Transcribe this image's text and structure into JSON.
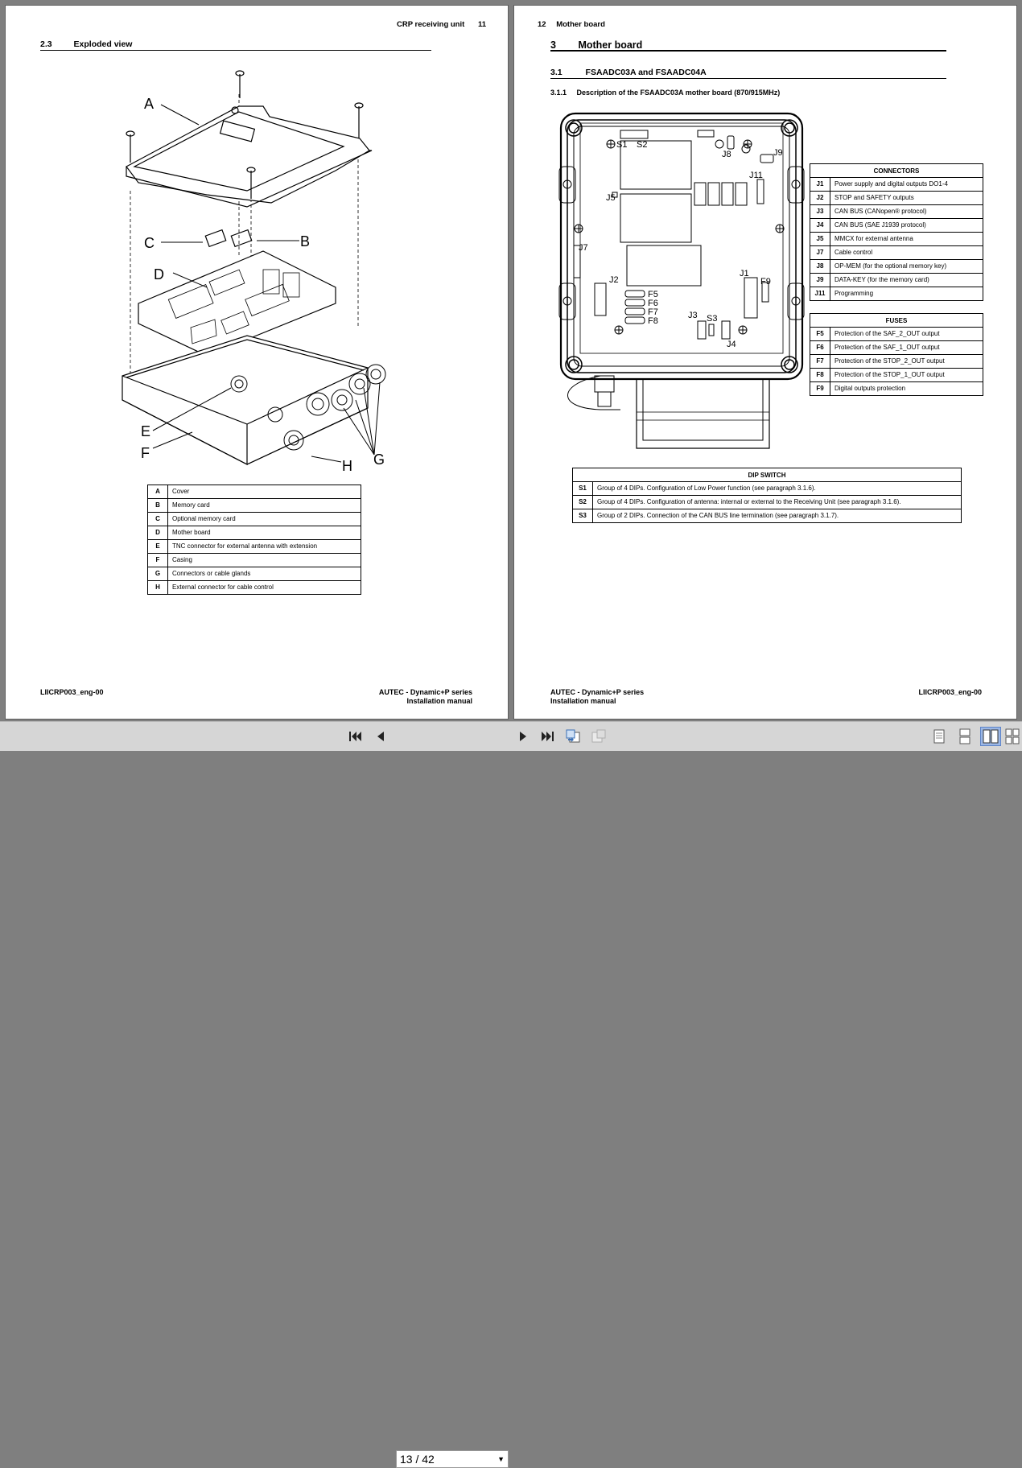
{
  "left_page": {
    "header": "CRP receiving unit",
    "page_number": "11",
    "section_number": "2.3",
    "section_title": "Exploded view",
    "labels": [
      "A",
      "B",
      "C",
      "D",
      "E",
      "F",
      "G",
      "H"
    ],
    "legend": [
      {
        "key": "A",
        "text": "Cover"
      },
      {
        "key": "B",
        "text": "Memory card"
      },
      {
        "key": "C",
        "text": "Optional memory card"
      },
      {
        "key": "D",
        "text": "Mother board"
      },
      {
        "key": "E",
        "text": "TNC connector for external antenna with extension"
      },
      {
        "key": "F",
        "text": "Casing"
      },
      {
        "key": "G",
        "text": "Connectors or cable glands"
      },
      {
        "key": "H",
        "text": "External connector for cable control"
      }
    ],
    "footer_left": "LIICRP003_eng-00",
    "footer_right_1": "AUTEC - Dynamic+P series",
    "footer_right_2": "Installation manual"
  },
  "right_page": {
    "page_number": "12",
    "header": "Mother board",
    "chapter_number": "3",
    "chapter_title": "Mother board",
    "section_number": "3.1",
    "section_title": "FSAADC03A and FSAADC04A",
    "subsection_number": "3.1.1",
    "subsection_title": "Description of the FSAADC03A mother board (870/915MHz)",
    "board_labels": {
      "s1": "S1",
      "s2": "S2",
      "j8": "J8",
      "j9": "J9",
      "j11": "J11",
      "j5": "J5",
      "j7": "J7",
      "j2": "J2",
      "j1": "J1",
      "f9": "F9",
      "f5": "F5",
      "f6": "F6",
      "f7": "F7",
      "f8": "F8",
      "j3": "J3",
      "s3": "S3",
      "j4": "J4"
    },
    "connectors_title": "CONNECTORS",
    "connectors": [
      {
        "key": "J1",
        "text": "Power supply and digital outputs DO1-4"
      },
      {
        "key": "J2",
        "text": "STOP and SAFETY outputs"
      },
      {
        "key": "J3",
        "text": "CAN BUS (CANopen® protocol)"
      },
      {
        "key": "J4",
        "text": "CAN BUS (SAE J1939 protocol)"
      },
      {
        "key": "J5",
        "text": "MMCX for external antenna"
      },
      {
        "key": "J7",
        "text": "Cable control"
      },
      {
        "key": "J8",
        "text": "OP-MEM (for the optional memory key)"
      },
      {
        "key": "J9",
        "text": "DATA-KEY (for the memory card)"
      },
      {
        "key": "J11",
        "text": "Programming"
      }
    ],
    "fuses_title": "FUSES",
    "fuses": [
      {
        "key": "F5",
        "text": "Protection of the SAF_2_OUT output"
      },
      {
        "key": "F6",
        "text": "Protection of the SAF_1_OUT output"
      },
      {
        "key": "F7",
        "text": "Protection of the STOP_2_OUT output"
      },
      {
        "key": "F8",
        "text": "Protection of the STOP_1_OUT output"
      },
      {
        "key": "F9",
        "text": "Digital outputs protection"
      }
    ],
    "dip_title": "DIP SWITCH",
    "dips": [
      {
        "key": "S1",
        "text": "Group of 4 DIPs. Configuration of Low Power function (see paragraph 3.1.6)."
      },
      {
        "key": "S2",
        "text": "Group of 4 DIPs. Configuration of antenna: internal or external to the Receiving Unit (see paragraph 3.1.6)."
      },
      {
        "key": "S3",
        "text": "Group of 2 DIPs. Connection of the CAN BUS line termination (see paragraph 3.1.7)."
      }
    ],
    "footer_left_1": "AUTEC - Dynamic+P series",
    "footer_left_2": "Installation manual",
    "footer_right": "LIICRP003_eng-00"
  },
  "toolbar": {
    "page_indicator": "13 / 42",
    "icons": [
      "first-page-icon",
      "prev-page-icon",
      "next-page-icon",
      "last-page-icon",
      "back-view-icon",
      "forward-view-icon",
      "single-page-icon",
      "continuous-icon",
      "two-page-icon",
      "two-page-continuous-icon"
    ]
  }
}
